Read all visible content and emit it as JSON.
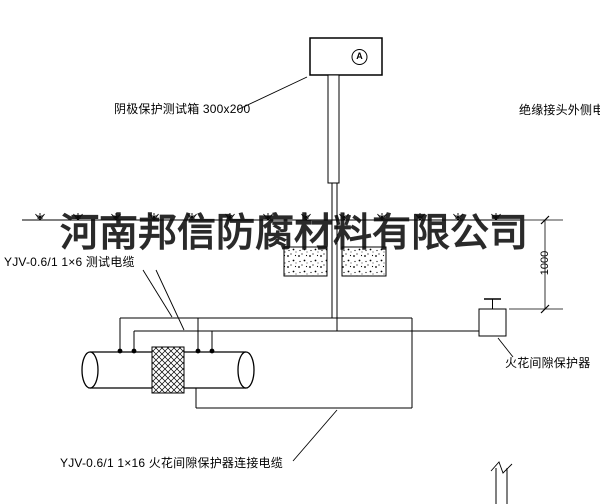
{
  "watermark": {
    "text": "河南邦信防腐材料有限公司"
  },
  "labels": {
    "test_box": "阴极保护测试箱 300x200",
    "insulated_joint_cable": "绝缘接头外侧电缆",
    "test_cable": "YJV-0.6/1 1×6  测试电缆",
    "spark_gap_protector": "火花间隙保护器",
    "connection_cable": "YJV-0.6/1 1×16  火花间隙保护器连接电缆",
    "dimension": "1000",
    "meter": "A"
  },
  "colors": {
    "line": "#000000",
    "background": "#ffffff"
  }
}
